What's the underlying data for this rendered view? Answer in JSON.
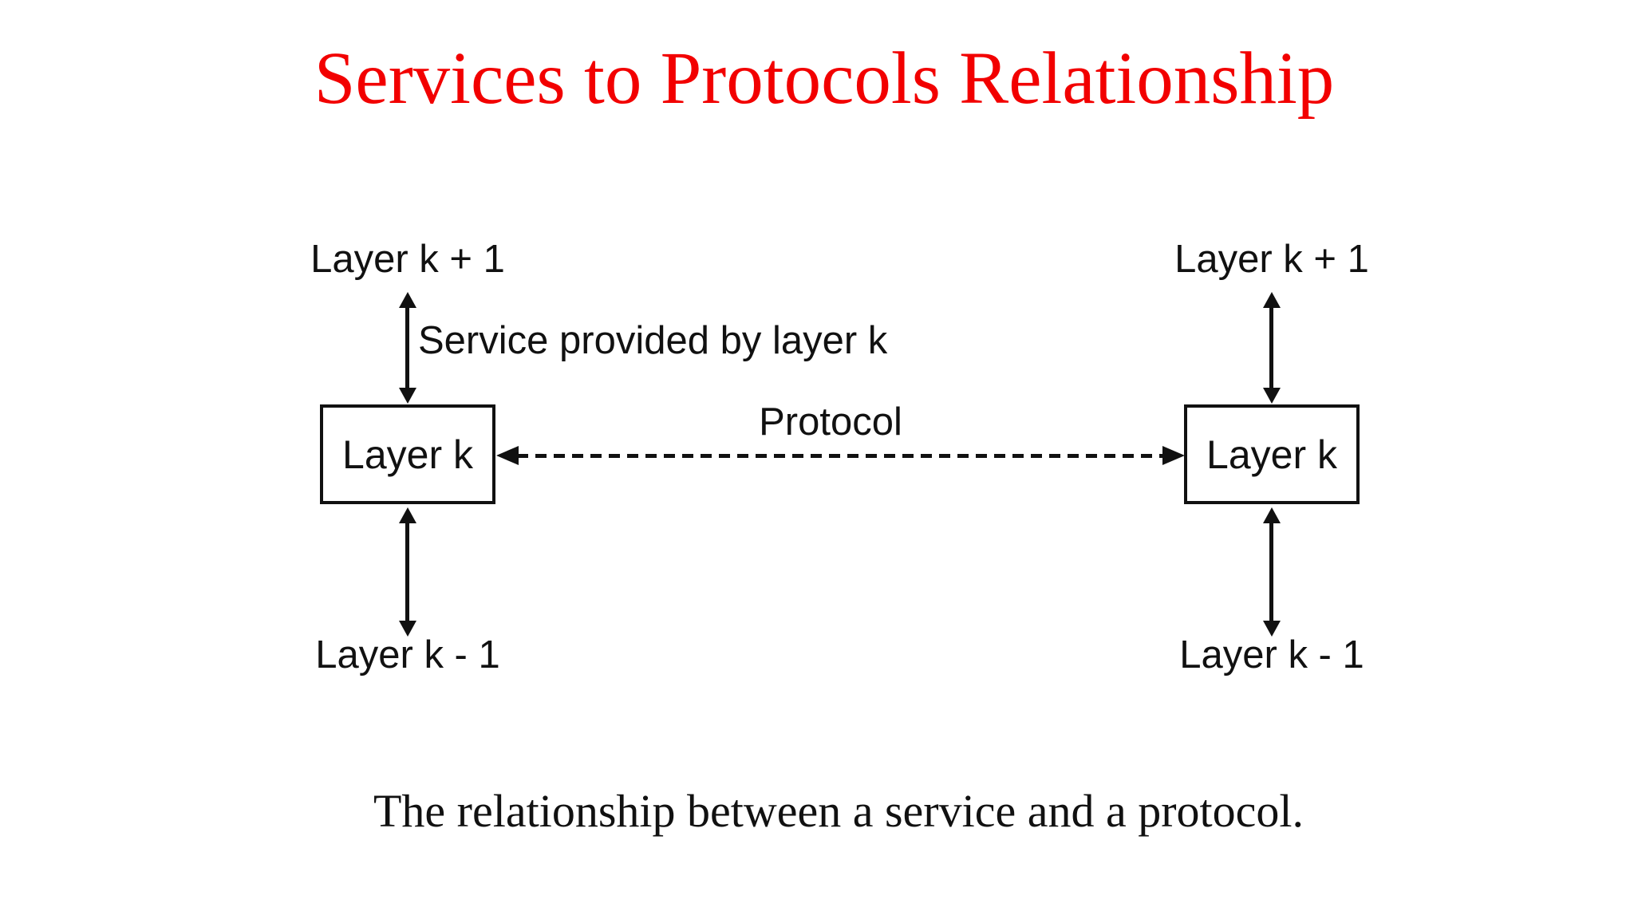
{
  "title": {
    "text": "Services to Protocols Relationship",
    "color": "#f20000"
  },
  "caption": {
    "text": "The relationship between a service and a protocol."
  },
  "diagram": {
    "left_stack": {
      "upper_label": "Layer k + 1",
      "box_label": "Layer k",
      "lower_label": "Layer k - 1"
    },
    "right_stack": {
      "upper_label": "Layer k + 1",
      "box_label": "Layer k",
      "lower_label": "Layer k - 1"
    },
    "service_arrow_label": "Service provided by layer k",
    "protocol_arrow_label": "Protocol",
    "line_color": "#111111",
    "background": "#ffffff"
  }
}
